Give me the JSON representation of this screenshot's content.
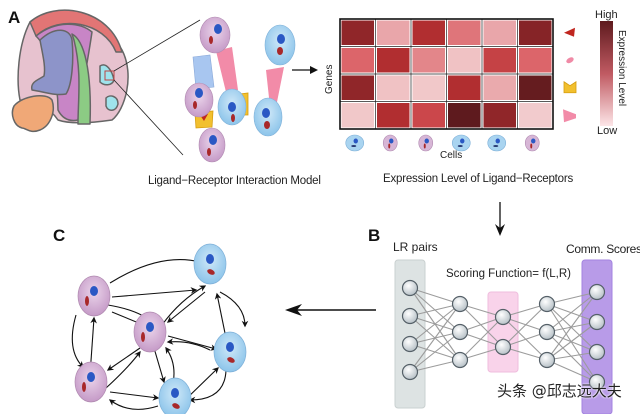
{
  "panels": {
    "a": {
      "letter": "A",
      "caption_left": "Ligand−Receptor Interaction Model",
      "caption_right": "Expression Level of Ligand−Receptors"
    },
    "b": {
      "letter": "B",
      "input_label": "LR pairs",
      "scoring_label": "Scoring Function= f(L,R)",
      "output_label": "Comm. Scores",
      "layers": [
        4,
        3,
        2,
        3,
        4
      ]
    },
    "c": {
      "letter": "C"
    }
  },
  "heatmap": {
    "ylabel": "Genes",
    "xlabel": "Cells",
    "legend_title": "Expression Level",
    "legend_high": "High",
    "legend_low": "Low",
    "colors": {
      "low": "#f6dede",
      "high": "#5e1a1e"
    },
    "row_icons": [
      "ligand-triangle-red",
      "ligand-oval-pink",
      "receptor-yellow",
      "receptor-pink-trapezoid"
    ],
    "cell_types": [
      "blue",
      "purple",
      "purple",
      "blue",
      "blue",
      "purple"
    ],
    "values": [
      [
        0.85,
        0.3,
        0.75,
        0.45,
        0.3,
        0.88
      ],
      [
        0.5,
        0.75,
        0.4,
        0.15,
        0.65,
        0.5
      ],
      [
        0.85,
        0.15,
        0.12,
        0.75,
        0.28,
        0.98
      ],
      [
        0.12,
        0.75,
        0.62,
        1.0,
        0.85,
        0.1
      ]
    ]
  },
  "network": {
    "cells": [
      {
        "type": "purple"
      },
      {
        "type": "blue"
      },
      {
        "type": "purple"
      },
      {
        "type": "blue"
      },
      {
        "type": "purple"
      },
      {
        "type": "blue"
      }
    ]
  },
  "colors": {
    "cell_blue": "#a9d4f0",
    "cell_purple": "#d7b6d6",
    "lr_box": "#dde3e3",
    "scoring_box": "#f9d3ea",
    "score_box": "#b89be8"
  },
  "watermark": "头条 @邱志远大夫"
}
